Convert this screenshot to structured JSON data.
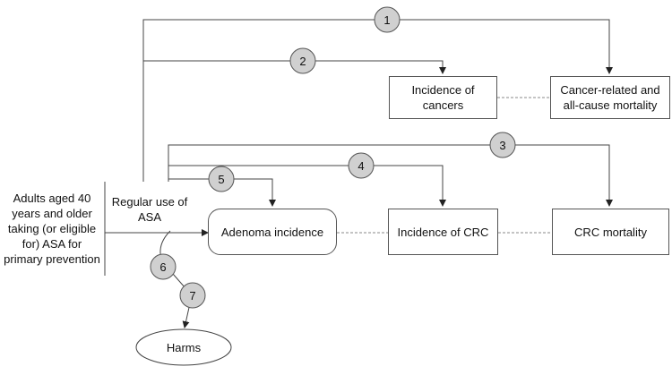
{
  "diagram": {
    "population": "Adults aged 40 years and older taking (or eligible for) ASA for primary prevention",
    "intervention": "Regular use of ASA",
    "outcomes": {
      "incidence_of_cancers": "Incidence of cancers",
      "cancer_mortality": "Cancer-related and all-cause mortality",
      "adenoma_incidence": "Adenoma incidence",
      "incidence_of_crc": "Incidence of CRC",
      "crc_mortality": "CRC mortality",
      "harms": "Harms"
    },
    "key_questions": [
      "1",
      "2",
      "3",
      "4",
      "5",
      "6",
      "7"
    ]
  }
}
